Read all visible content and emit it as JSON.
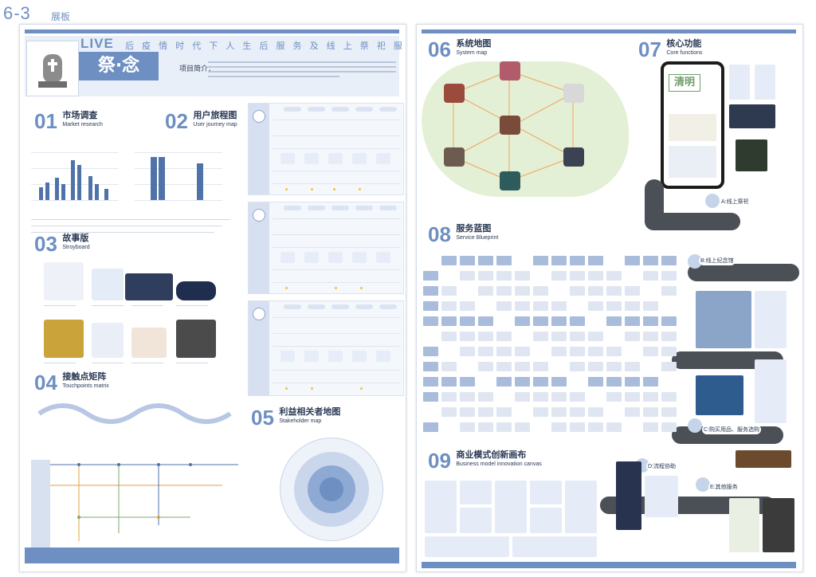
{
  "header": {
    "number": "6-3",
    "label": "展板"
  },
  "left_board": {
    "live": "LIVE",
    "logo_text": "祭·念",
    "subtitle": "后 疫 情 时 代 下 人 生 后 服 务 及 线 上 祭 祀 服 务 系 统",
    "intro_label": "项目简介：",
    "sections": [
      {
        "num": "01",
        "zh": "市场调查",
        "en": "Market research"
      },
      {
        "num": "02",
        "zh": "用户旅程图",
        "en": "User journey map"
      },
      {
        "num": "03",
        "zh": "故事版",
        "en": "Stroyboard"
      },
      {
        "num": "04",
        "zh": "接触点矩阵",
        "en": "Touchpoints matrix"
      },
      {
        "num": "05",
        "zh": "利益相关者地图",
        "en": "Stakeholder map"
      }
    ]
  },
  "right_board": {
    "sections": [
      {
        "num": "06",
        "zh": "系统地图",
        "en": "System map"
      },
      {
        "num": "07",
        "zh": "核心功能",
        "en": "Core functions"
      },
      {
        "num": "08",
        "zh": "服务蓝图",
        "en": "Service Blueprint"
      },
      {
        "num": "09",
        "zh": "商业模式创新画布",
        "en": "Business model innovation canvas"
      }
    ],
    "phone_title": "清明",
    "core_steps": [
      "A:线上祭祀",
      "B:线上纪念馆",
      "C:购买用品、服务选购",
      "D:流程协助",
      "E:其他服务"
    ]
  },
  "colors": {
    "accent": "#6e8fc2",
    "pale": "#e9eff8",
    "peach": "#f4c9ad",
    "road": "#4b4f56"
  }
}
